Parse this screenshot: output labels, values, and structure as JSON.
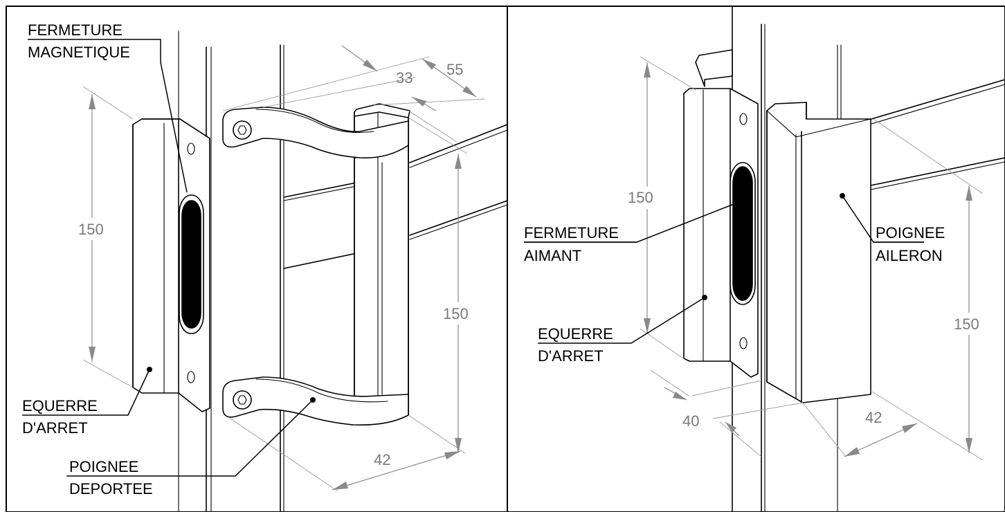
{
  "labels": {
    "left": {
      "fermeture_line1": "FERMETURE",
      "fermeture_line2": "MAGNETIQUE",
      "equerre_line1": "EQUERRE",
      "equerre_line2": "D'ARRET",
      "poignee_line1": "POIGNEE",
      "poignee_line2": "DEPORTEE"
    },
    "right": {
      "fermeture_line1": "FERMETURE",
      "fermeture_line2": "AIMANT",
      "equerre_line1": "EQUERRE",
      "equerre_line2": "D'ARRET",
      "poignee_line1": "POIGNEE",
      "poignee_line2": "AILERON"
    }
  },
  "dimensions": {
    "left": {
      "equerre_height": "150",
      "handle_height": "150",
      "handle_depth": "42",
      "gap_33": "33",
      "gap_55": "55"
    },
    "right": {
      "equerre_height": "150",
      "handle_height": "150",
      "handle_depth": "42",
      "equerre_depth": "40"
    }
  }
}
